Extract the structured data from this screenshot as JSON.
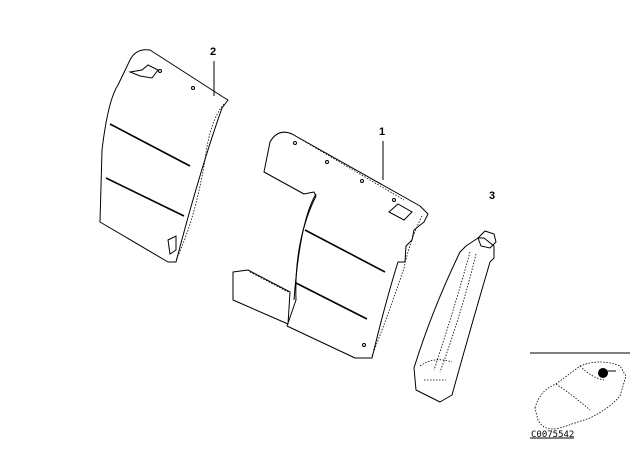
{
  "diagram": {
    "type": "exploded parts diagram",
    "subject": "rear seat backrest trim covers",
    "parts": [
      {
        "callout": "1",
        "description": "backrest cover, center/wide section"
      },
      {
        "callout": "2",
        "description": "backrest cover, side section"
      },
      {
        "callout": "3",
        "description": "side bolster / armrest trim piece"
      }
    ],
    "locator": {
      "description": "car outline with location marker (black dot) on rear seat area",
      "image_id": "C0075542"
    }
  }
}
